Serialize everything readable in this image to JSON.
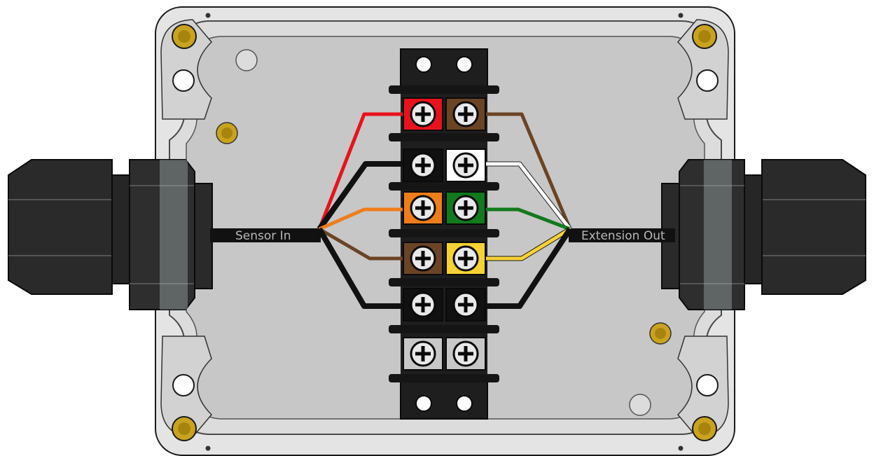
{
  "labels": {
    "input": "Sensor In",
    "output": "Extension Out"
  },
  "colors": {
    "red": "#e8121c",
    "brown": "#6b4424",
    "black": "#111111",
    "white": "#ffffff",
    "orange": "#ef7d1a",
    "green": "#117a1c",
    "yellow": "#f7d233",
    "light_gray": "#c8c8c8",
    "brass": "#c9a31d",
    "enclosure": "#e6e6e6",
    "enclosure_inner": "#c6c6c6"
  },
  "terminal_rows": [
    {
      "left": "red",
      "right": "brown"
    },
    {
      "left": "black",
      "right": "white"
    },
    {
      "left": "orange",
      "right": "green"
    },
    {
      "left": "brown",
      "right": "yellow"
    },
    {
      "left": "black",
      "right": "black"
    },
    {
      "left": "light_gray",
      "right": "light_gray"
    }
  ],
  "wiring": {
    "input_wires": [
      "red",
      "black",
      "orange",
      "brown",
      "black"
    ],
    "output_wires": [
      "brown",
      "white",
      "green",
      "yellow",
      "black"
    ]
  }
}
